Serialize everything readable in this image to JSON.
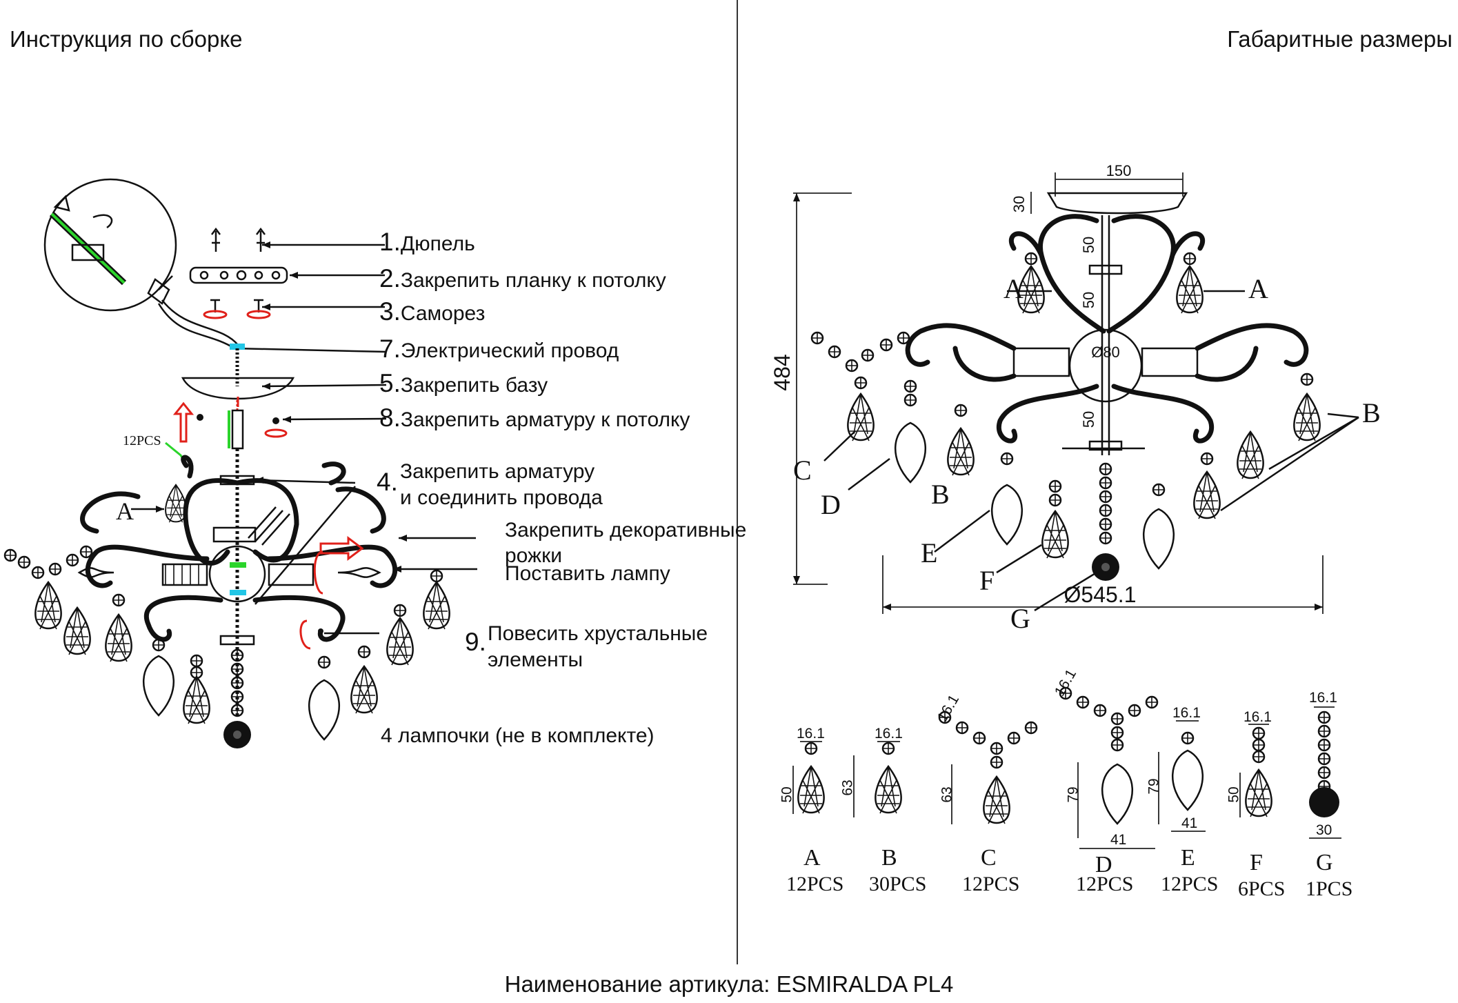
{
  "header": {
    "left_title": "Инструкция по сборке",
    "right_title": "Габаритные размеры",
    "footer": "Наименование артикула: ESMIRALDA PL4"
  },
  "steps": [
    {
      "num": "1.",
      "text": "Дюпель"
    },
    {
      "num": "2.",
      "text": "Закрепить планку к потолку"
    },
    {
      "num": "3.",
      "text": "Саморез"
    },
    {
      "num": "7.",
      "text": "Электрический провод"
    },
    {
      "num": "5.",
      "text": "Закрепить базу"
    },
    {
      "num": "8.",
      "text": "Закрепить арматуру к потолку"
    },
    {
      "num": "4.",
      "text_line1": "Закрепить арматуру",
      "text_line2": "и соединить провода"
    }
  ],
  "notes": {
    "horns_line1": "Закрепить декоративные",
    "horns_line2": "рожки",
    "lamp": "Поставить лампу",
    "crystals_num": "9.",
    "crystals_line1": "Повесить хрустальные",
    "crystals_line2": "элементы",
    "bulbs": "4 лампочки (не в комплекте)",
    "pcs_callout": "12PCS",
    "left_letter_a": "A"
  },
  "dimensions": {
    "top_width": "150",
    "base_height": "30",
    "total_height": "484",
    "seg1": "50",
    "seg2": "50",
    "seg3": "50",
    "sphere": "Ø80",
    "overall_diameter": "Ø545.1",
    "labels": [
      "A",
      "A",
      "B",
      "C",
      "D",
      "B",
      "E",
      "F",
      "G"
    ]
  },
  "parts": [
    {
      "letter": "A",
      "count": "12PCS",
      "width": "16.1",
      "height": "50"
    },
    {
      "letter": "B",
      "count": "30PCS",
      "width": "16.1",
      "height": "63"
    },
    {
      "letter": "C",
      "count": "12PCS",
      "width": "16.1",
      "height": "63"
    },
    {
      "letter": "D",
      "count": "12PCS",
      "width": "16.1",
      "height": "79",
      "bottom": "41"
    },
    {
      "letter": "E",
      "count": "12PCS",
      "width": "16.1",
      "height": "79",
      "bottom": "41"
    },
    {
      "letter": "F",
      "count": "6PCS",
      "width": "16.1",
      "height": "50"
    },
    {
      "letter": "G",
      "count": "1PCS",
      "width": "16.1",
      "bottom": "30"
    }
  ],
  "colors": {
    "arrow_red": "#e0201a",
    "wire_green": "#2bd42b",
    "marker_cyan": "#22c6e6"
  }
}
